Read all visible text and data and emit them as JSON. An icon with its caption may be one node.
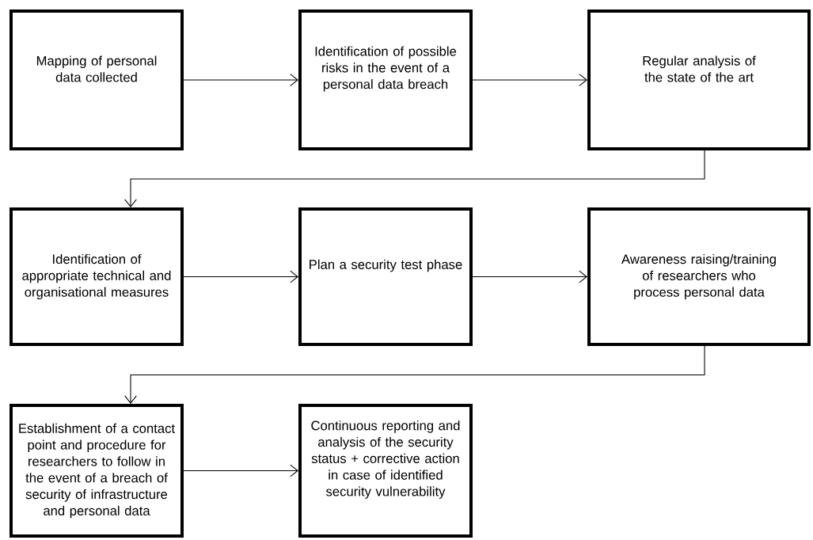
{
  "diagram": {
    "nodes": [
      {
        "text": [
          "Mapping of personal data collected"
        ]
      },
      {
        "text": [
          "Identification of possible risks in the event of a personal data breach"
        ]
      },
      {
        "text": [
          "Regular analysis of the state of the art"
        ]
      },
      {
        "text": [
          "Identification of appropriate technical and organisational measures"
        ]
      },
      {
        "text": [
          "Plan a security test phase"
        ]
      },
      {
        "text": [
          "Awareness raising/training of researchers who process personal data"
        ]
      },
      {
        "text": [
          "Establishment of a contact point and procedure for researchers to follow in the event of a breach of security of infrastructure and personal data"
        ]
      },
      {
        "text": [
          "Continuous reporting and analysis of the security status + corrective action in case of identified security vulnerability"
        ]
      }
    ],
    "edges": [
      {
        "from": 0,
        "to": 1,
        "arrow": "to"
      },
      {
        "from": 1,
        "to": 2,
        "arrow": "to"
      },
      {
        "from": 2,
        "to": 3,
        "arrow": "to"
      },
      {
        "from": 3,
        "to": 4,
        "arrow": "to"
      },
      {
        "from": 4,
        "to": 5,
        "arrow": "to"
      },
      {
        "from": 5,
        "to": 6,
        "arrow": "to"
      },
      {
        "from": 6,
        "to": 7,
        "arrow": "to"
      }
    ]
  }
}
